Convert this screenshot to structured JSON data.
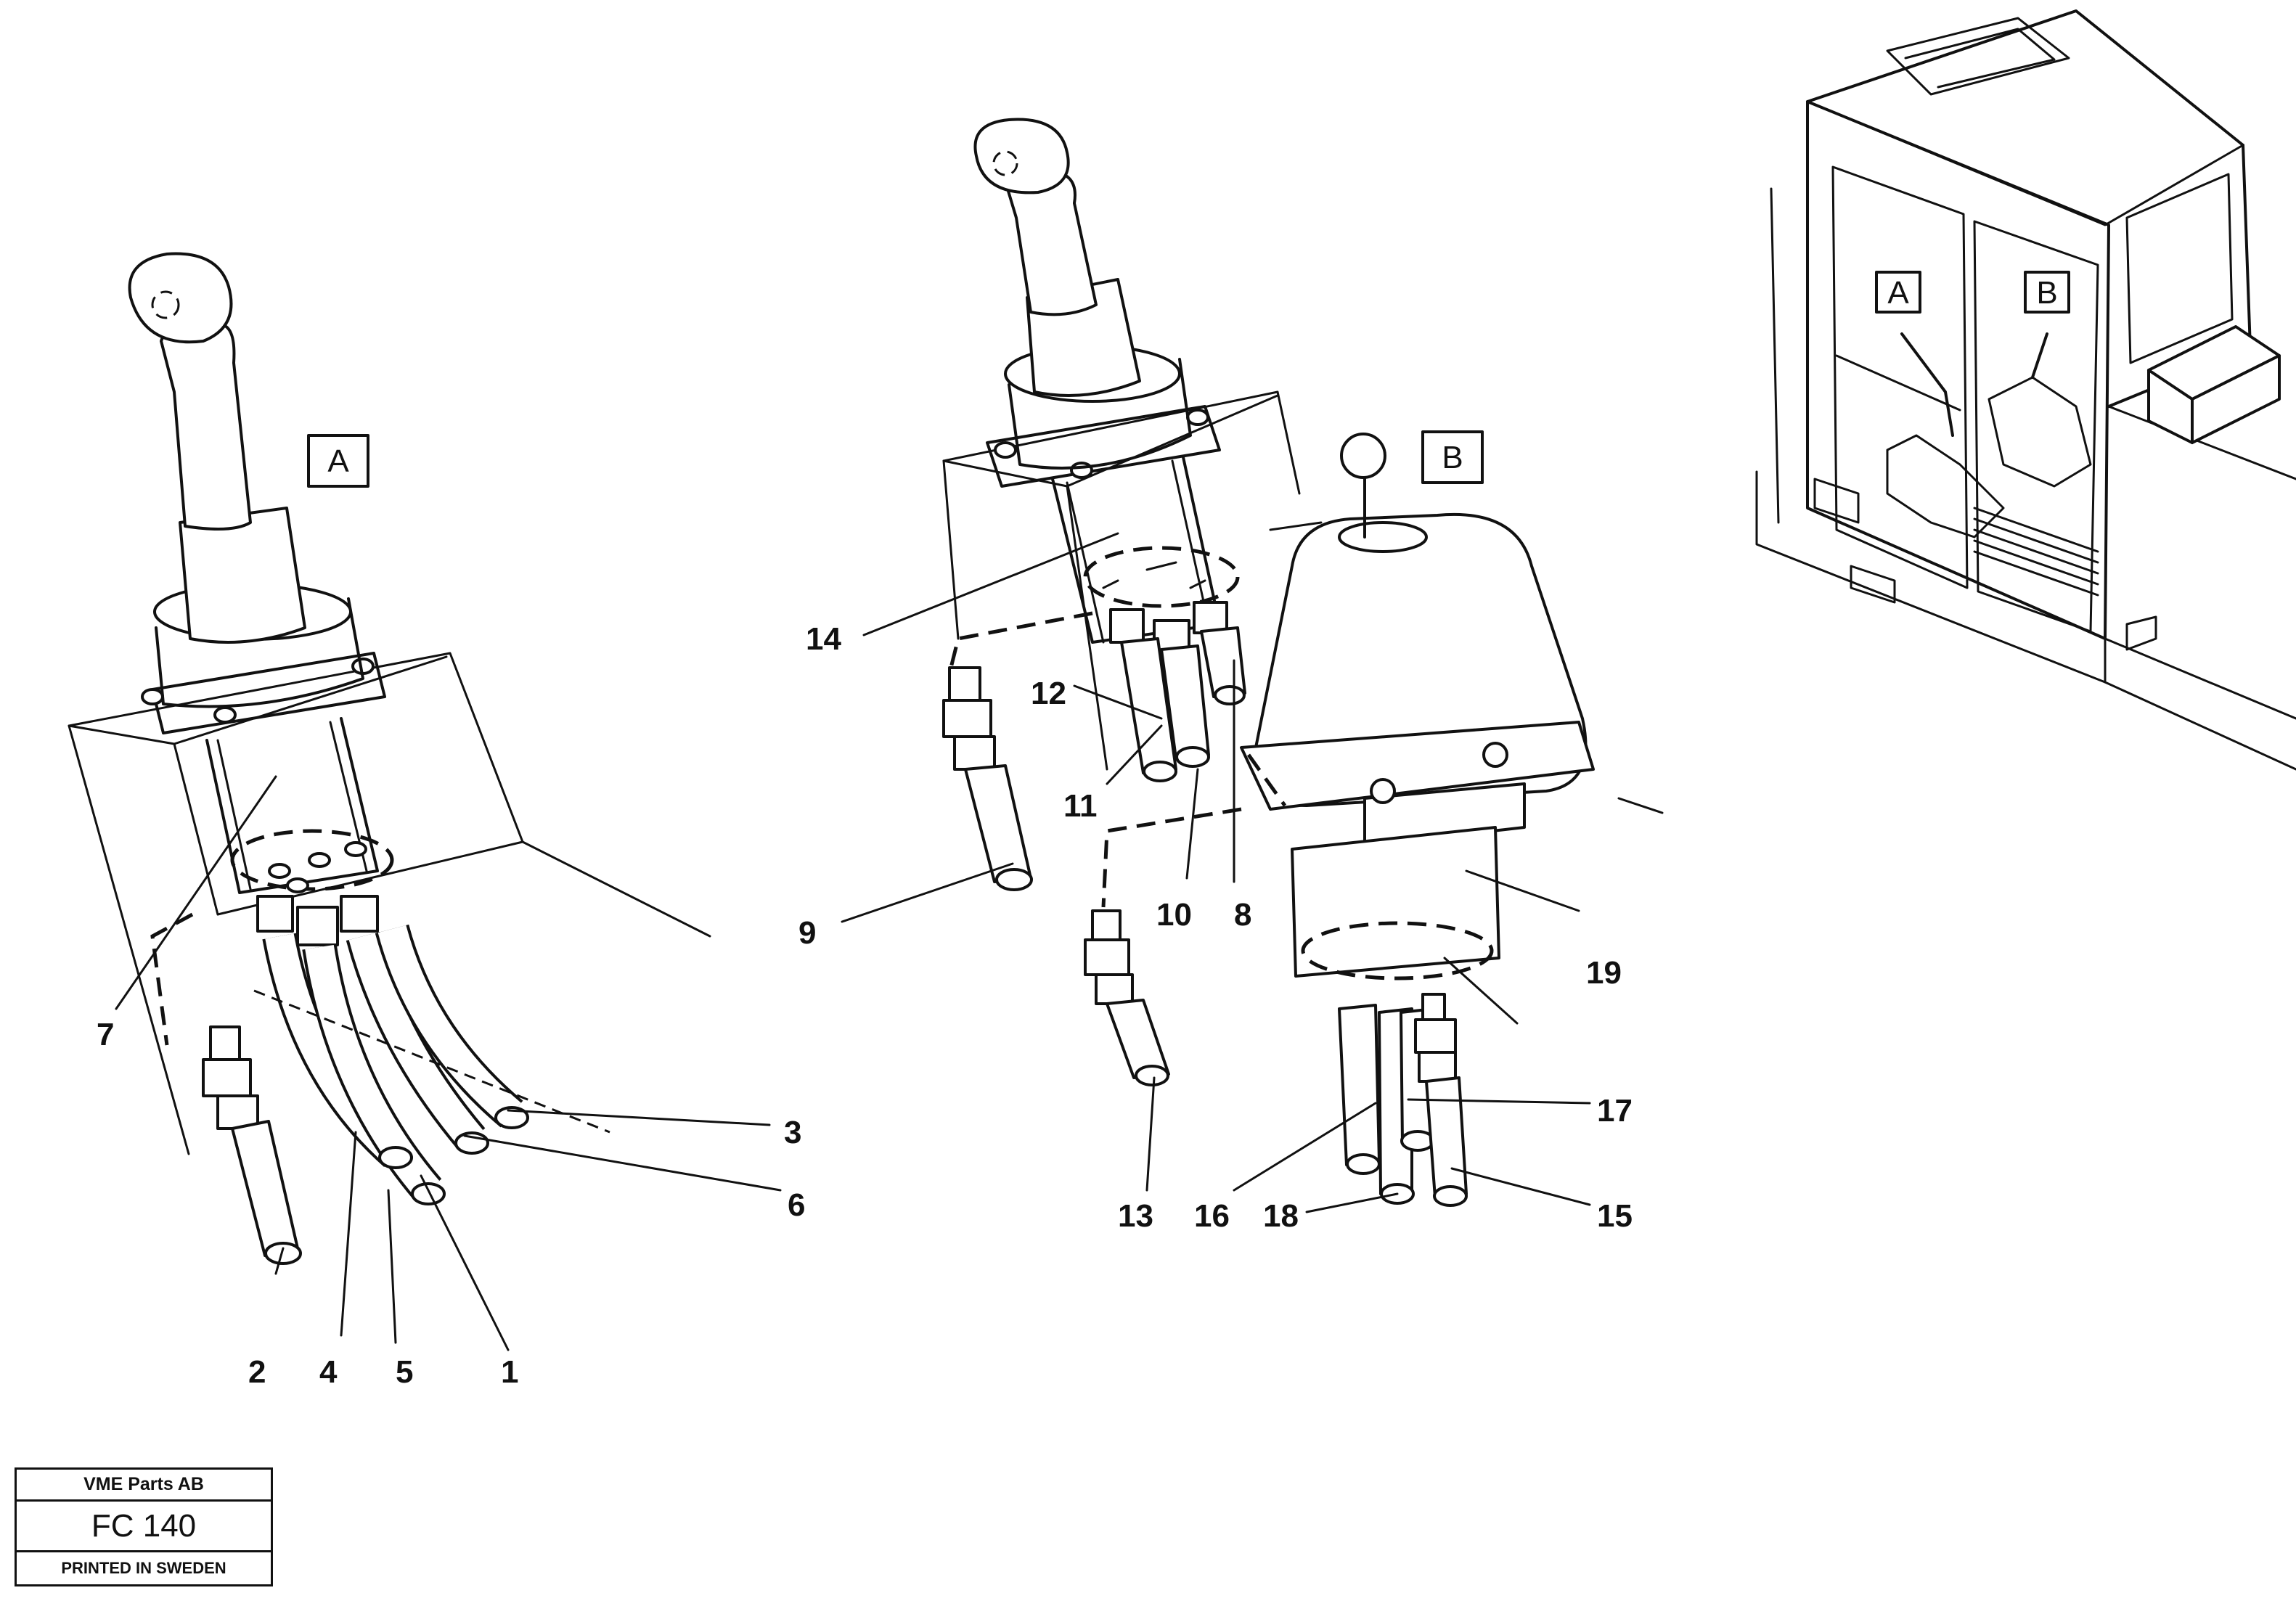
{
  "title_block": {
    "company": "VME Parts AB",
    "code": "FC 140",
    "printed": "PRINTED IN SWEDEN"
  },
  "view_labels": {
    "detail_a": "A",
    "detail_b": "B",
    "overview_a": "A",
    "overview_b": "B"
  },
  "callouts": [
    "1",
    "2",
    "3",
    "4",
    "5",
    "6",
    "7",
    "8",
    "9",
    "10",
    "11",
    "12",
    "13",
    "14",
    "15",
    "16",
    "17",
    "18",
    "19"
  ]
}
